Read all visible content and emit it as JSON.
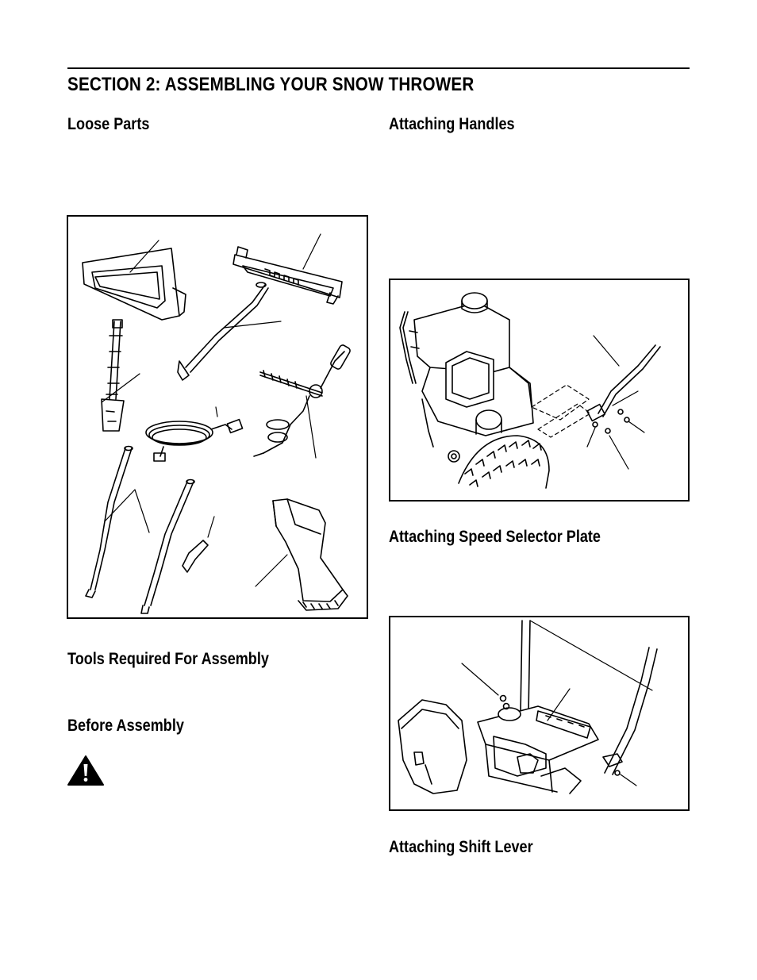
{
  "section_title": "SECTION 2:  ASSEMBLING YOUR SNOW THROWER",
  "headings": {
    "loose_parts": "Loose Parts",
    "tools_required": "Tools Required For Assembly",
    "before_assembly": "Before Assembly",
    "attaching_handles": "Attaching Handles",
    "attaching_speed_selector_plate": "Attaching Speed Selector Plate",
    "attaching_shift_lever": "Attaching Shift Lever"
  },
  "icons": {
    "warning": "warning-triangle-icon"
  }
}
